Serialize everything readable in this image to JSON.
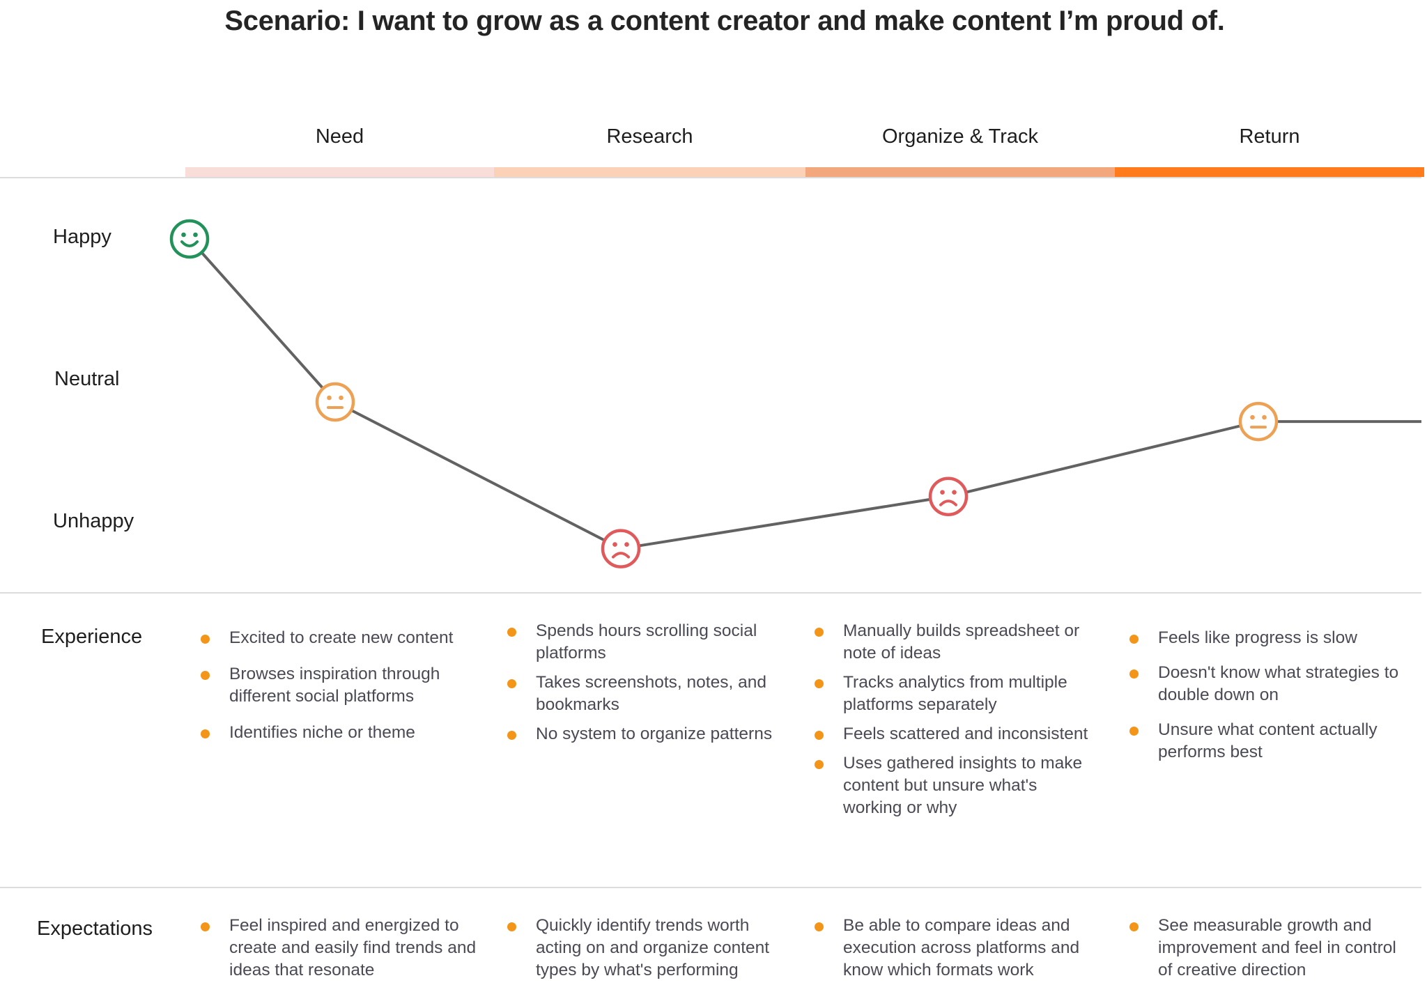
{
  "title": "Scenario: I want to grow as a content creator and make content I’m proud of.",
  "colors": {
    "happy": "#22915a",
    "neutral": "#eda154",
    "unhappy": "#e05a5c",
    "line": "#626262",
    "bullet": "#f39519",
    "divider": "#dcdcdc"
  },
  "phases": [
    {
      "label": "Need",
      "color": "#f8ddd8"
    },
    {
      "label": "Research",
      "color": "#fbd2b8"
    },
    {
      "label": "Organize & Track",
      "color": "#f3a77c"
    },
    {
      "label": "Return",
      "color": "#ff7b1c"
    }
  ],
  "emotion_levels": [
    "Happy",
    "Neutral",
    "Unhappy"
  ],
  "chart_data": {
    "type": "line",
    "points": [
      {
        "phase": "Need",
        "emotion": "happy",
        "value": 1.0
      },
      {
        "phase": "Need",
        "emotion": "neutral",
        "value": 0.0
      },
      {
        "phase": "Research",
        "emotion": "unhappy",
        "value": -0.9
      },
      {
        "phase": "Organize & Track",
        "emotion": "unhappy",
        "value": -0.58
      },
      {
        "phase": "Return",
        "emotion": "neutral",
        "value": -0.12
      }
    ],
    "line_continues_to_edge": true
  },
  "rows": {
    "experience": {
      "label": "Experience",
      "columns": [
        [
          "Excited to create new content",
          "Browses inspiration through different social platforms",
          "Identifies niche or theme"
        ],
        [
          "Spends hours scrolling social platforms",
          "Takes screenshots, notes, and bookmarks",
          "No system to organize patterns"
        ],
        [
          "Manually builds spreadsheet or note of ideas",
          "Tracks analytics from multiple platforms separately",
          "Feels scattered and inconsistent",
          "Uses gathered insights to make content but unsure what's working or why"
        ],
        [
          "Feels like progress is slow",
          "Doesn't know what strategies to double down on",
          "Unsure what content actually performs best"
        ]
      ]
    },
    "expectations": {
      "label": "Expectations",
      "columns": [
        [
          "Feel inspired and energized to create and easily find trends and ideas that resonate"
        ],
        [
          "Quickly identify trends worth acting on and organize content types by what's performing"
        ],
        [
          "Be able to compare ideas and execution across platforms and know which formats work"
        ],
        [
          "See measurable growth and improvement and feel in control of creative direction"
        ]
      ]
    }
  }
}
